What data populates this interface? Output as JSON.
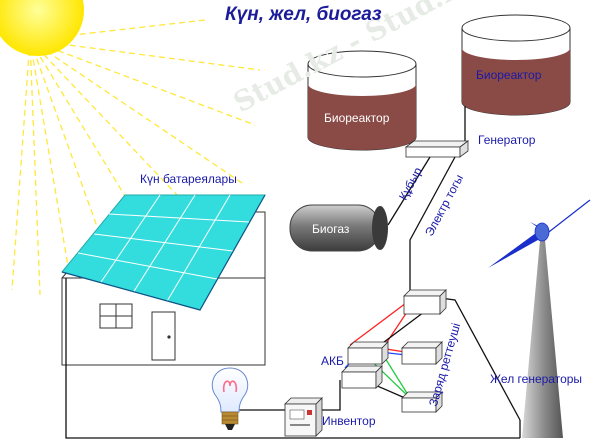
{
  "title": "Күн, жел, биогаз",
  "labels": {
    "solar_panels": "Күн батареялары",
    "bioreactor_1": "Биореактор",
    "bioreactor_2": "Биореактор",
    "generator": "Генератор",
    "pipe": "Құбыр",
    "electric_current": "Электр тогы",
    "biogas": "Биогаз",
    "charge_controller": "Заряд реттеуші",
    "battery": "АКБ",
    "inverter": "Инвентор",
    "wind_generator": "Жел генераторы"
  },
  "watermark": "Stud.kz - Stud.kz",
  "colors": {
    "sun": "#ffee22",
    "panel": "#33dddd",
    "roof": "#77e0e0",
    "bioreactor_fill": "#8a4a45",
    "tank": "#666666",
    "label_text": "#1a1aa8",
    "wind_blade": "#1a2ecc"
  }
}
